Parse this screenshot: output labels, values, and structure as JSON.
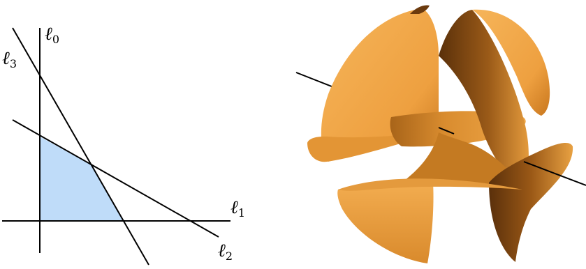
{
  "left_figure": {
    "lines": [
      {
        "name": "ℓ",
        "sub": "0"
      },
      {
        "name": "ℓ",
        "sub": "1"
      },
      {
        "name": "ℓ",
        "sub": "2"
      },
      {
        "name": "ℓ",
        "sub": "3"
      }
    ],
    "region_color": "#bfdcf9"
  },
  "right_figure": {
    "surface_color": "#f2a746",
    "surface_shadow": "#7a4410",
    "axis_color": "#000000"
  }
}
